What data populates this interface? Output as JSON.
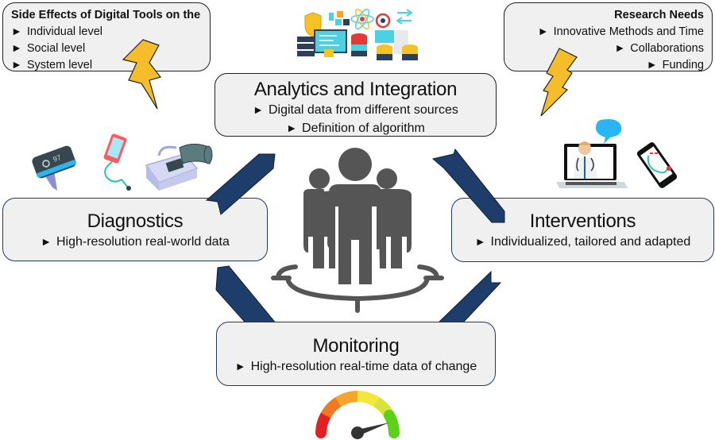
{
  "side_effects": {
    "heading": "Side Effects of Digital Tools on the",
    "items": [
      "Individual level",
      "Social level",
      "System level"
    ]
  },
  "research_needs": {
    "heading": "Research Needs",
    "items": [
      "Innovative Methods and Time",
      "Collaborations",
      "Funding"
    ]
  },
  "analytics": {
    "title": "Analytics and Integration",
    "items": [
      "Digital data from different sources",
      "Definition of algorithm"
    ]
  },
  "diagnostics": {
    "title": "Diagnostics",
    "items": [
      "High-resolution real-world data"
    ]
  },
  "interventions": {
    "title": "Interventions",
    "items": [
      "Individualized, tailored and adapted"
    ]
  },
  "monitoring": {
    "title": "Monitoring",
    "items": [
      "High-resolution real-time data of change"
    ]
  },
  "bullet_glyph": "►",
  "icons": {
    "wearable": "97",
    "gauge_level": 0.9
  },
  "colors": {
    "arrow": "#1f3d6b",
    "box_fill": "#f0f0f0",
    "box_border": "#1f3a5f",
    "people": "#555555",
    "lightning": "#f6bd2a"
  }
}
